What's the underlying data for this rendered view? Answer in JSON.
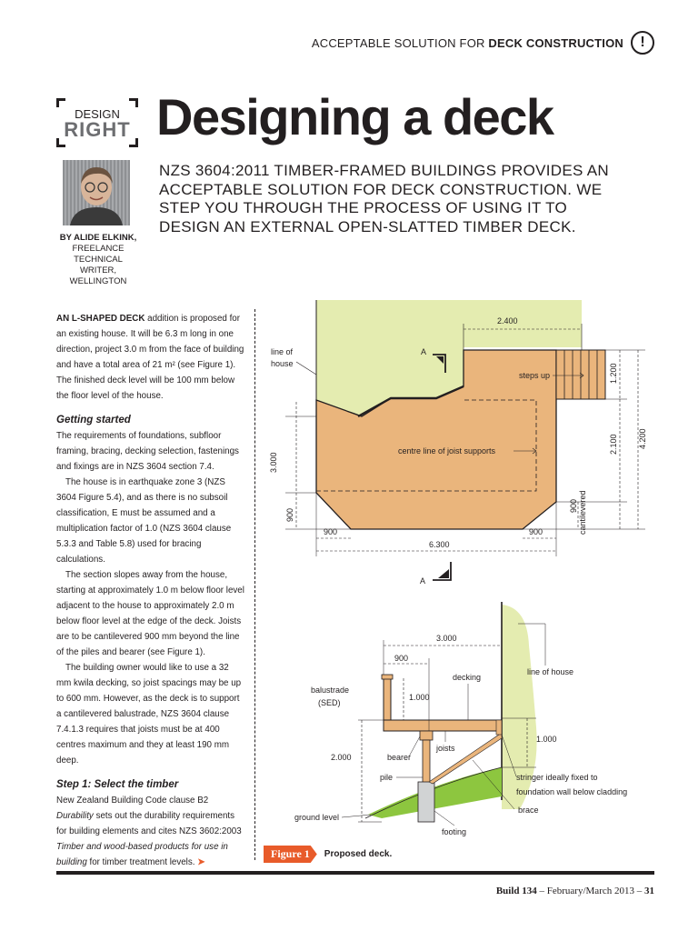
{
  "header": {
    "prefix": "ACCEPTABLE SOLUTION FOR",
    "topic": "DECK CONSTRUCTION",
    "icon": "exclamation-icon"
  },
  "badge": {
    "line1": "DESIGN",
    "line2": "RIGHT"
  },
  "title": "Designing a deck",
  "lead": "NZS 3604:2011 TIMBER-FRAMED BUILDINGS PROVIDES AN ACCEPTABLE SOLUTION FOR DECK CONSTRUCTION. WE STEP YOU THROUGH THE PROCESS OF USING IT TO DESIGN AN EXTERNAL OPEN-SLATTED TIMBER DECK.",
  "byline": {
    "name": "BY ALIDE ELKINK,",
    "role": "FREELANCE TECHNICAL WRITER, WELLINGTON"
  },
  "body": {
    "p1_lead": "AN L-SHAPED DECK",
    "p1": " addition is proposed for an existing house. It will be 6.3 m long in one direction, project 3.0 m from the face of building and have a total area of 21 m² (see Figure 1). The finished deck level will be 100 mm below the floor level of the house.",
    "h_getting_started": "Getting started",
    "p2": "The requirements of foundations, subfloor framing, bracing, decking selection, fastenings and fixings are in NZS 3604 section 7.4.",
    "p3": "The house is in earthquake zone 3 (NZS 3604 Figure 5.4), and as there is no subsoil classification, E must be assumed and a multiplication factor of 1.0 (NZS 3604 clause 5.3.3 and Table 5.8) used for bracing calculations.",
    "p4": "The section slopes away from the house, starting at approximately 1.0 m below floor level adjacent to the house to approximately 2.0 m below floor level at the edge of the deck. Joists are to be cantilevered 900 mm beyond the line of the piles and bearer (see Figure 1).",
    "p5": "The building owner would like to use a 32 mm kwila decking, so joist spacings may be up to 600 mm. However, as the deck is to support a cantilevered balustrade, NZS 3604 clause 7.4.1.3 requires that joists must be at 400 centres maximum and they at least 190 mm deep.",
    "h_step1": "Step 1: Select the timber",
    "p6_a": "New Zealand Building Code clause B2 ",
    "p6_b": "Durability",
    "p6_c": " sets out the durability requirements for building elements and cites NZS 3602:2003 ",
    "p6_d": "Timber and wood-based products for use in building",
    "p6_e": " for timber treatment levels.",
    "continue_arrow": "➤"
  },
  "figure": {
    "plan": {
      "line_of_house": [
        "line of",
        "house"
      ],
      "section_marker": "A",
      "steps_up": "steps up",
      "centre_line": "centre line of joist supports",
      "dim_2400": "2.400",
      "dim_3000": "3.000",
      "dim_900_left": "900",
      "dim_900_bottom_left": "900",
      "dim_900_bottom_right": "900",
      "dim_6300": "6.300",
      "dim_1200": "1.200",
      "dim_2100": "2.100",
      "dim_4200": "4.200",
      "cantilevered": [
        "900",
        "cantilevered"
      ]
    },
    "section": {
      "dim_3000": "3.000",
      "dim_900": "900",
      "decking": "decking",
      "line_of_house": "line of house",
      "balustrade": [
        "balustrade",
        "(SED)"
      ],
      "dim_1000_balustrade": "1.000",
      "joists": "joists",
      "bearer": "bearer",
      "dim_2000": "2.000",
      "dim_1000_right": "1.000",
      "pile": "pile",
      "stringer": [
        "stringer ideally fixed to",
        "foundation wall below cladding"
      ],
      "brace": "brace",
      "ground_level": "ground level",
      "footing": "footing"
    },
    "colors": {
      "deck": "#eab57c",
      "lawn": "#e4ecb0",
      "ground": "#8dc63f"
    }
  },
  "caption": {
    "tag": "Figure 1",
    "text": "Proposed deck."
  },
  "footer": {
    "magazine": "Build 134",
    "issue": " – February/March 2013 – ",
    "page": "31"
  }
}
